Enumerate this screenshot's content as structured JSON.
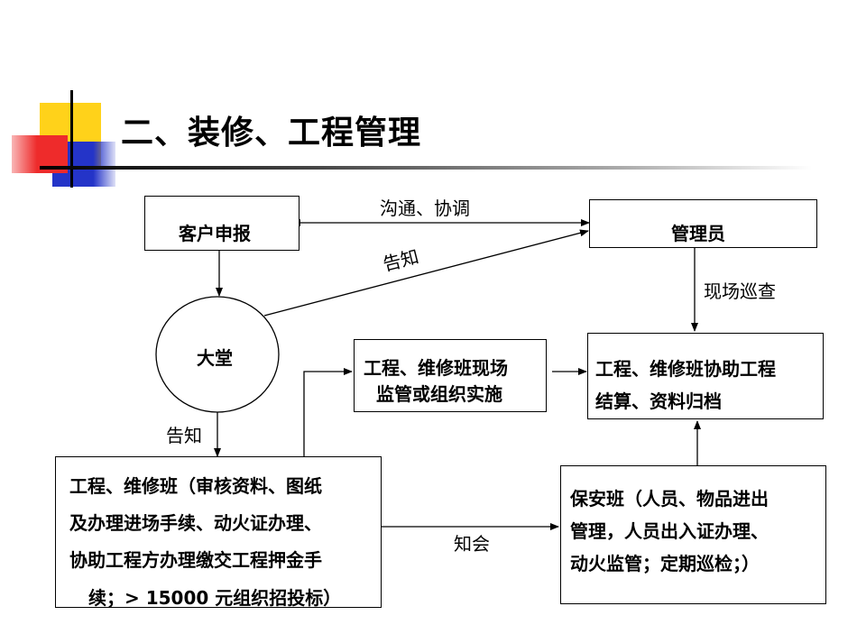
{
  "title": "二、装修、工程管理",
  "nodes": {
    "customer_report": "客户申报",
    "manager": "管理员",
    "lobby": "大堂",
    "engineering_supervision": [
      "工程、维修班现场",
      "监管或组织实施"
    ],
    "engineering_settlement": [
      "工程、维修班协助工程",
      "结算、资料归档"
    ],
    "engineering_team": [
      "工程、维修班（审核资料、图纸",
      "及办理进场手续、动火证办理、",
      "协助工程方办理缴交工程押金手",
      "续；> 15000 元组织招投标）"
    ],
    "security_team": [
      "保安班（人员、物品进出",
      "管理，人员出入证办理、",
      "动火监管；定期巡检；）"
    ]
  },
  "edge_labels": {
    "communicate": "沟通、协调",
    "notify_manager": "告知",
    "site_inspection": "现场巡查",
    "notify_team": "告知",
    "inform": "知会"
  },
  "colors": {
    "deco_yellow": "#ffd21a",
    "deco_red": "#ee2b2b",
    "deco_blue": "#2434c8"
  }
}
